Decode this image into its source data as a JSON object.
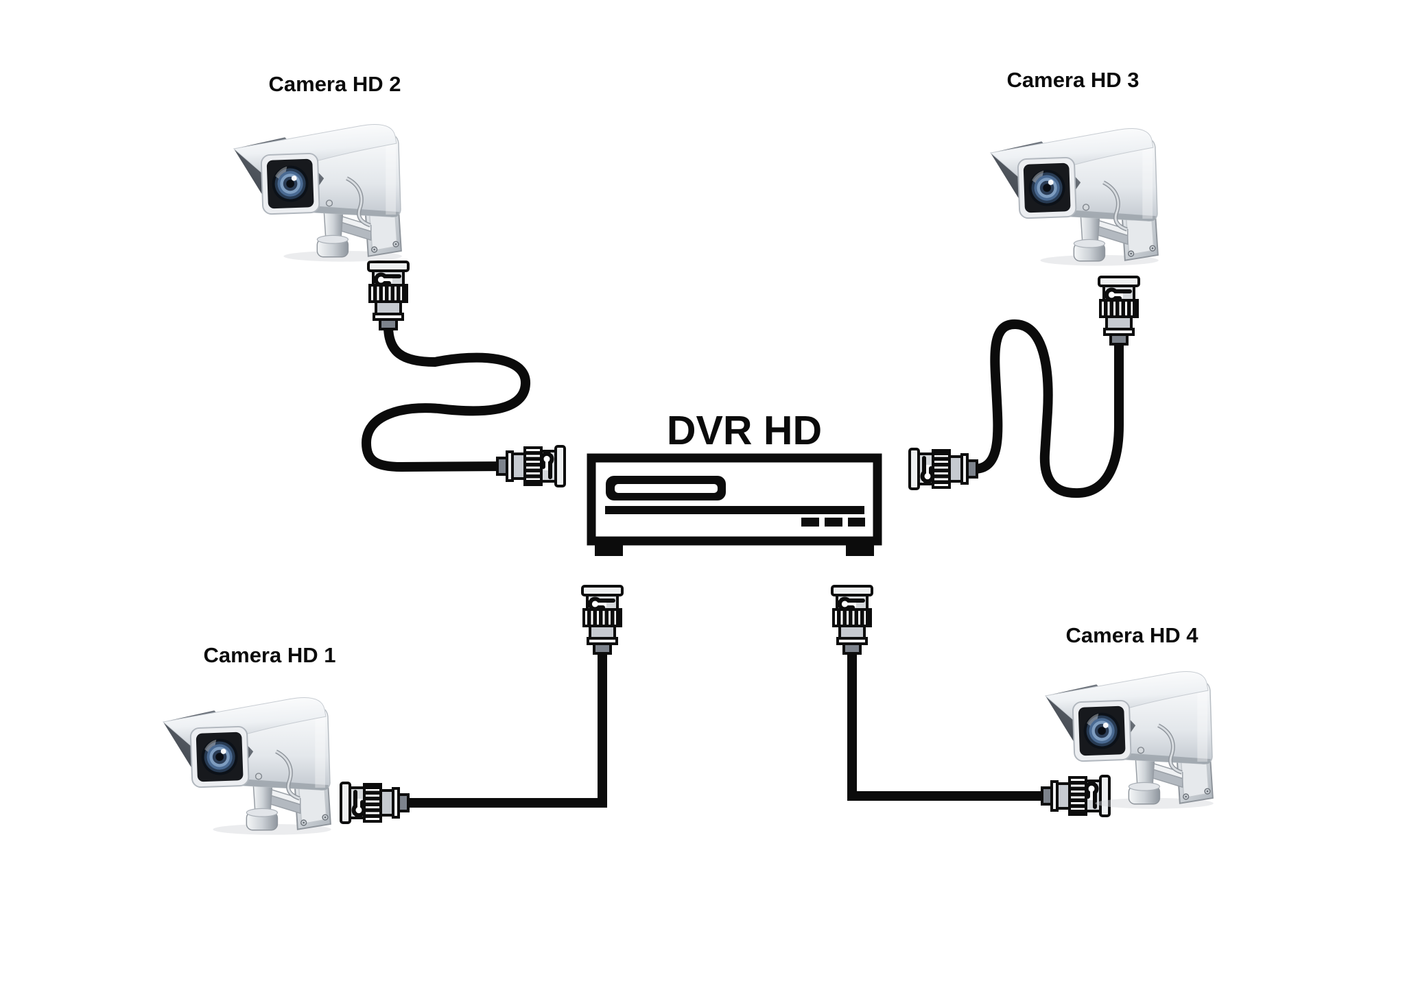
{
  "diagram": {
    "type": "cctv-wiring-diagram",
    "background": "#ffffff",
    "dvr": {
      "label": "DVR HD",
      "ports_used": 4
    },
    "cameras": [
      {
        "id": 1,
        "label": "Camera HD 1",
        "position": "bottom-left",
        "cable": "bnc-coax-right-angle",
        "connects_to": "dvr-bottom-left-port"
      },
      {
        "id": 2,
        "label": "Camera HD 2",
        "position": "top-left",
        "cable": "bnc-coax-s-curve",
        "connects_to": "dvr-left-port"
      },
      {
        "id": 3,
        "label": "Camera HD 3",
        "position": "top-right",
        "cable": "bnc-coax-s-curve",
        "connects_to": "dvr-right-port"
      },
      {
        "id": 4,
        "label": "Camera HD 4",
        "position": "bottom-right",
        "cable": "bnc-coax-right-angle",
        "connects_to": "dvr-bottom-right-port"
      }
    ],
    "colors": {
      "cable": "#0b0b0b",
      "outline": "#0b0b0b",
      "label_text": "#0b0b0b",
      "connector_light": "#eef0f1",
      "connector_mid": "#c6cad0",
      "connector_dark": "#7d838c",
      "camera_body": "#e8ecf0",
      "lens_blue": "#4a6a92"
    },
    "icons": [
      "cctv-camera-icon",
      "bnc-connector-icon",
      "dvr-recorder-icon",
      "coax-cable"
    ]
  }
}
